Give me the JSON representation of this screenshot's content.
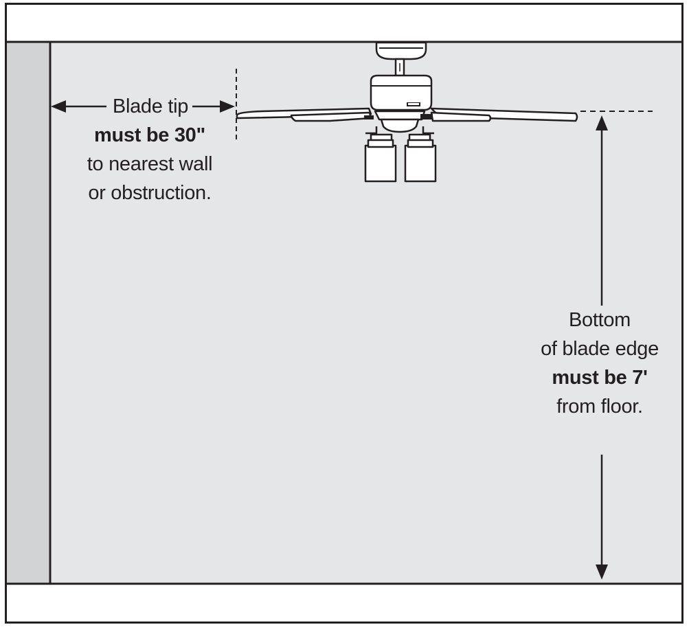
{
  "colors": {
    "line": "#231f20",
    "room": "#e5e6e8",
    "wall_side": "#d2d3d5",
    "frame": "#ffffff"
  },
  "left_note": {
    "line1": "Blade tip",
    "line2": "must be 30\"",
    "line3": "to nearest wall",
    "line4": "or obstruction."
  },
  "right_note": {
    "line1": "Bottom",
    "line2": "of blade edge",
    "line3": "must be 7'",
    "line4": "from floor."
  }
}
